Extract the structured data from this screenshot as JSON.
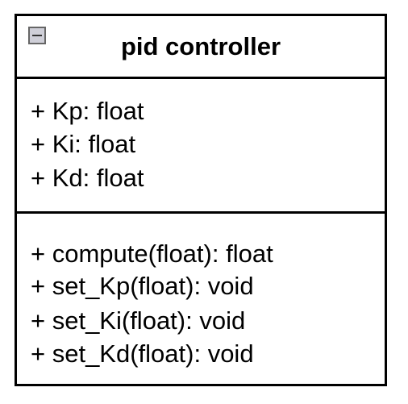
{
  "class": {
    "name": "pid controller",
    "collapse_icon": "minus-box-icon",
    "attributes": [
      "+ Kp: float",
      "+ Ki: float",
      "+ Kd: float"
    ],
    "operations": [
      "+ compute(float): float",
      "+ set_Kp(float): void",
      "+ set_Ki(float): void",
      "+ set_Kd(float): void"
    ]
  }
}
